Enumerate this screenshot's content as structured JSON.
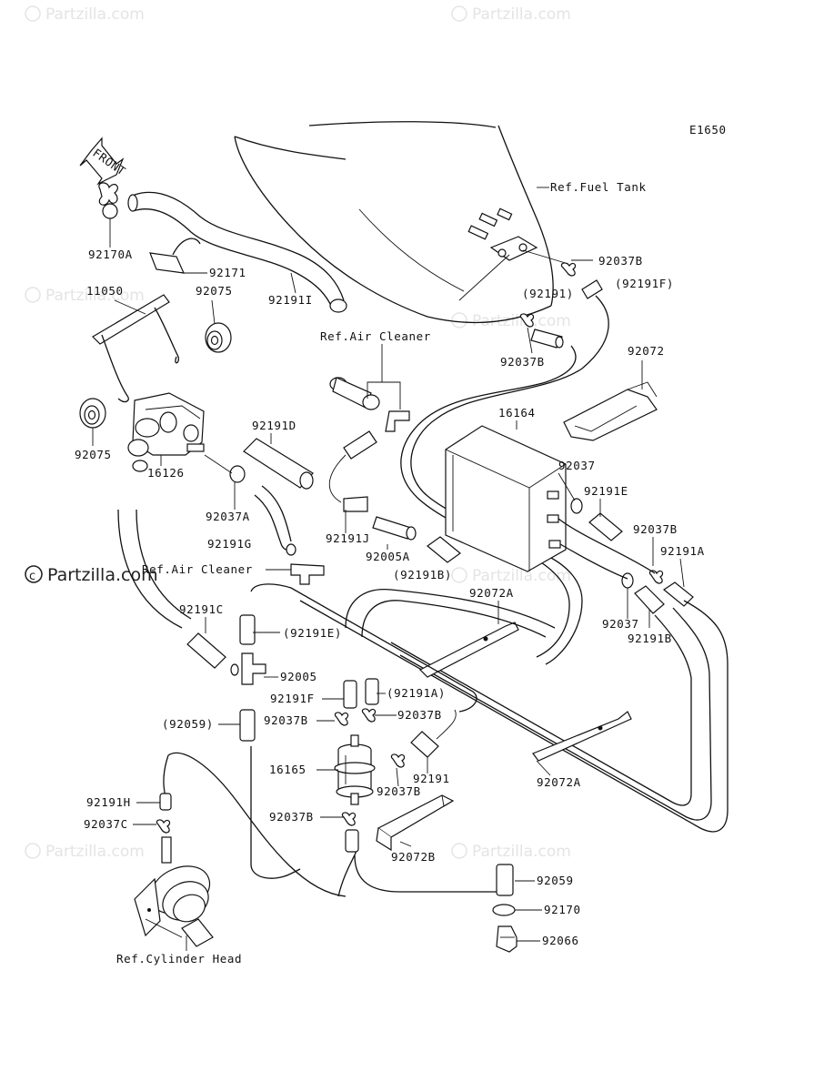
{
  "diagram_code": "E1650",
  "watermarks": {
    "small": "Partzilla.com",
    "main": "Partzilla.com"
  },
  "front_arrow_label": "FRONT",
  "refs": {
    "fuel_tank": "Ref.Fuel Tank",
    "air_cleaner_top": "Ref.Air Cleaner",
    "air_cleaner_mid": "Ref.Air Cleaner",
    "cylinder_head": "Ref.Cylinder Head"
  },
  "parts": {
    "p92170A": "92170A",
    "p92171": "92171",
    "p11050": "11050",
    "p92075a": "92075",
    "p92191I": "92191I",
    "p92037B_1": "92037B",
    "p92191F_paren": "(92191F)",
    "p92191_paren": "(92191)",
    "p92037B_2": "92037B",
    "p92072": "92072",
    "p92075b": "92075",
    "p16126": "16126",
    "p92191D": "92191D",
    "p92037A": "92037A",
    "p16164": "16164",
    "p92037_1": "92037",
    "p92191E": "92191E",
    "p92037B_3": "92037B",
    "p92191J": "92191J",
    "p92191G": "92191G",
    "p92005A": "92005A",
    "p92191B_paren": "(92191B)",
    "p92191A": "92191A",
    "p92072A_1": "92072A",
    "p92037_2": "92037",
    "p92191B": "92191B",
    "p92191C": "92191C",
    "p92191E_paren": "(92191E)",
    "p92005": "92005",
    "p92191F": "92191F",
    "p92191A_paren": "(92191A)",
    "p92037B_4": "92037B",
    "p92037B_5": "92037B",
    "p92059_paren": "(92059)",
    "p16165": "16165",
    "p92191": "92191",
    "p92037B_6": "92037B",
    "p92072A_2": "92072A",
    "p92191H": "92191H",
    "p92037C": "92037C",
    "p92037B_7": "92037B",
    "p92072B": "92072B",
    "p92059": "92059",
    "p92170": "92170",
    "p92066": "92066"
  }
}
